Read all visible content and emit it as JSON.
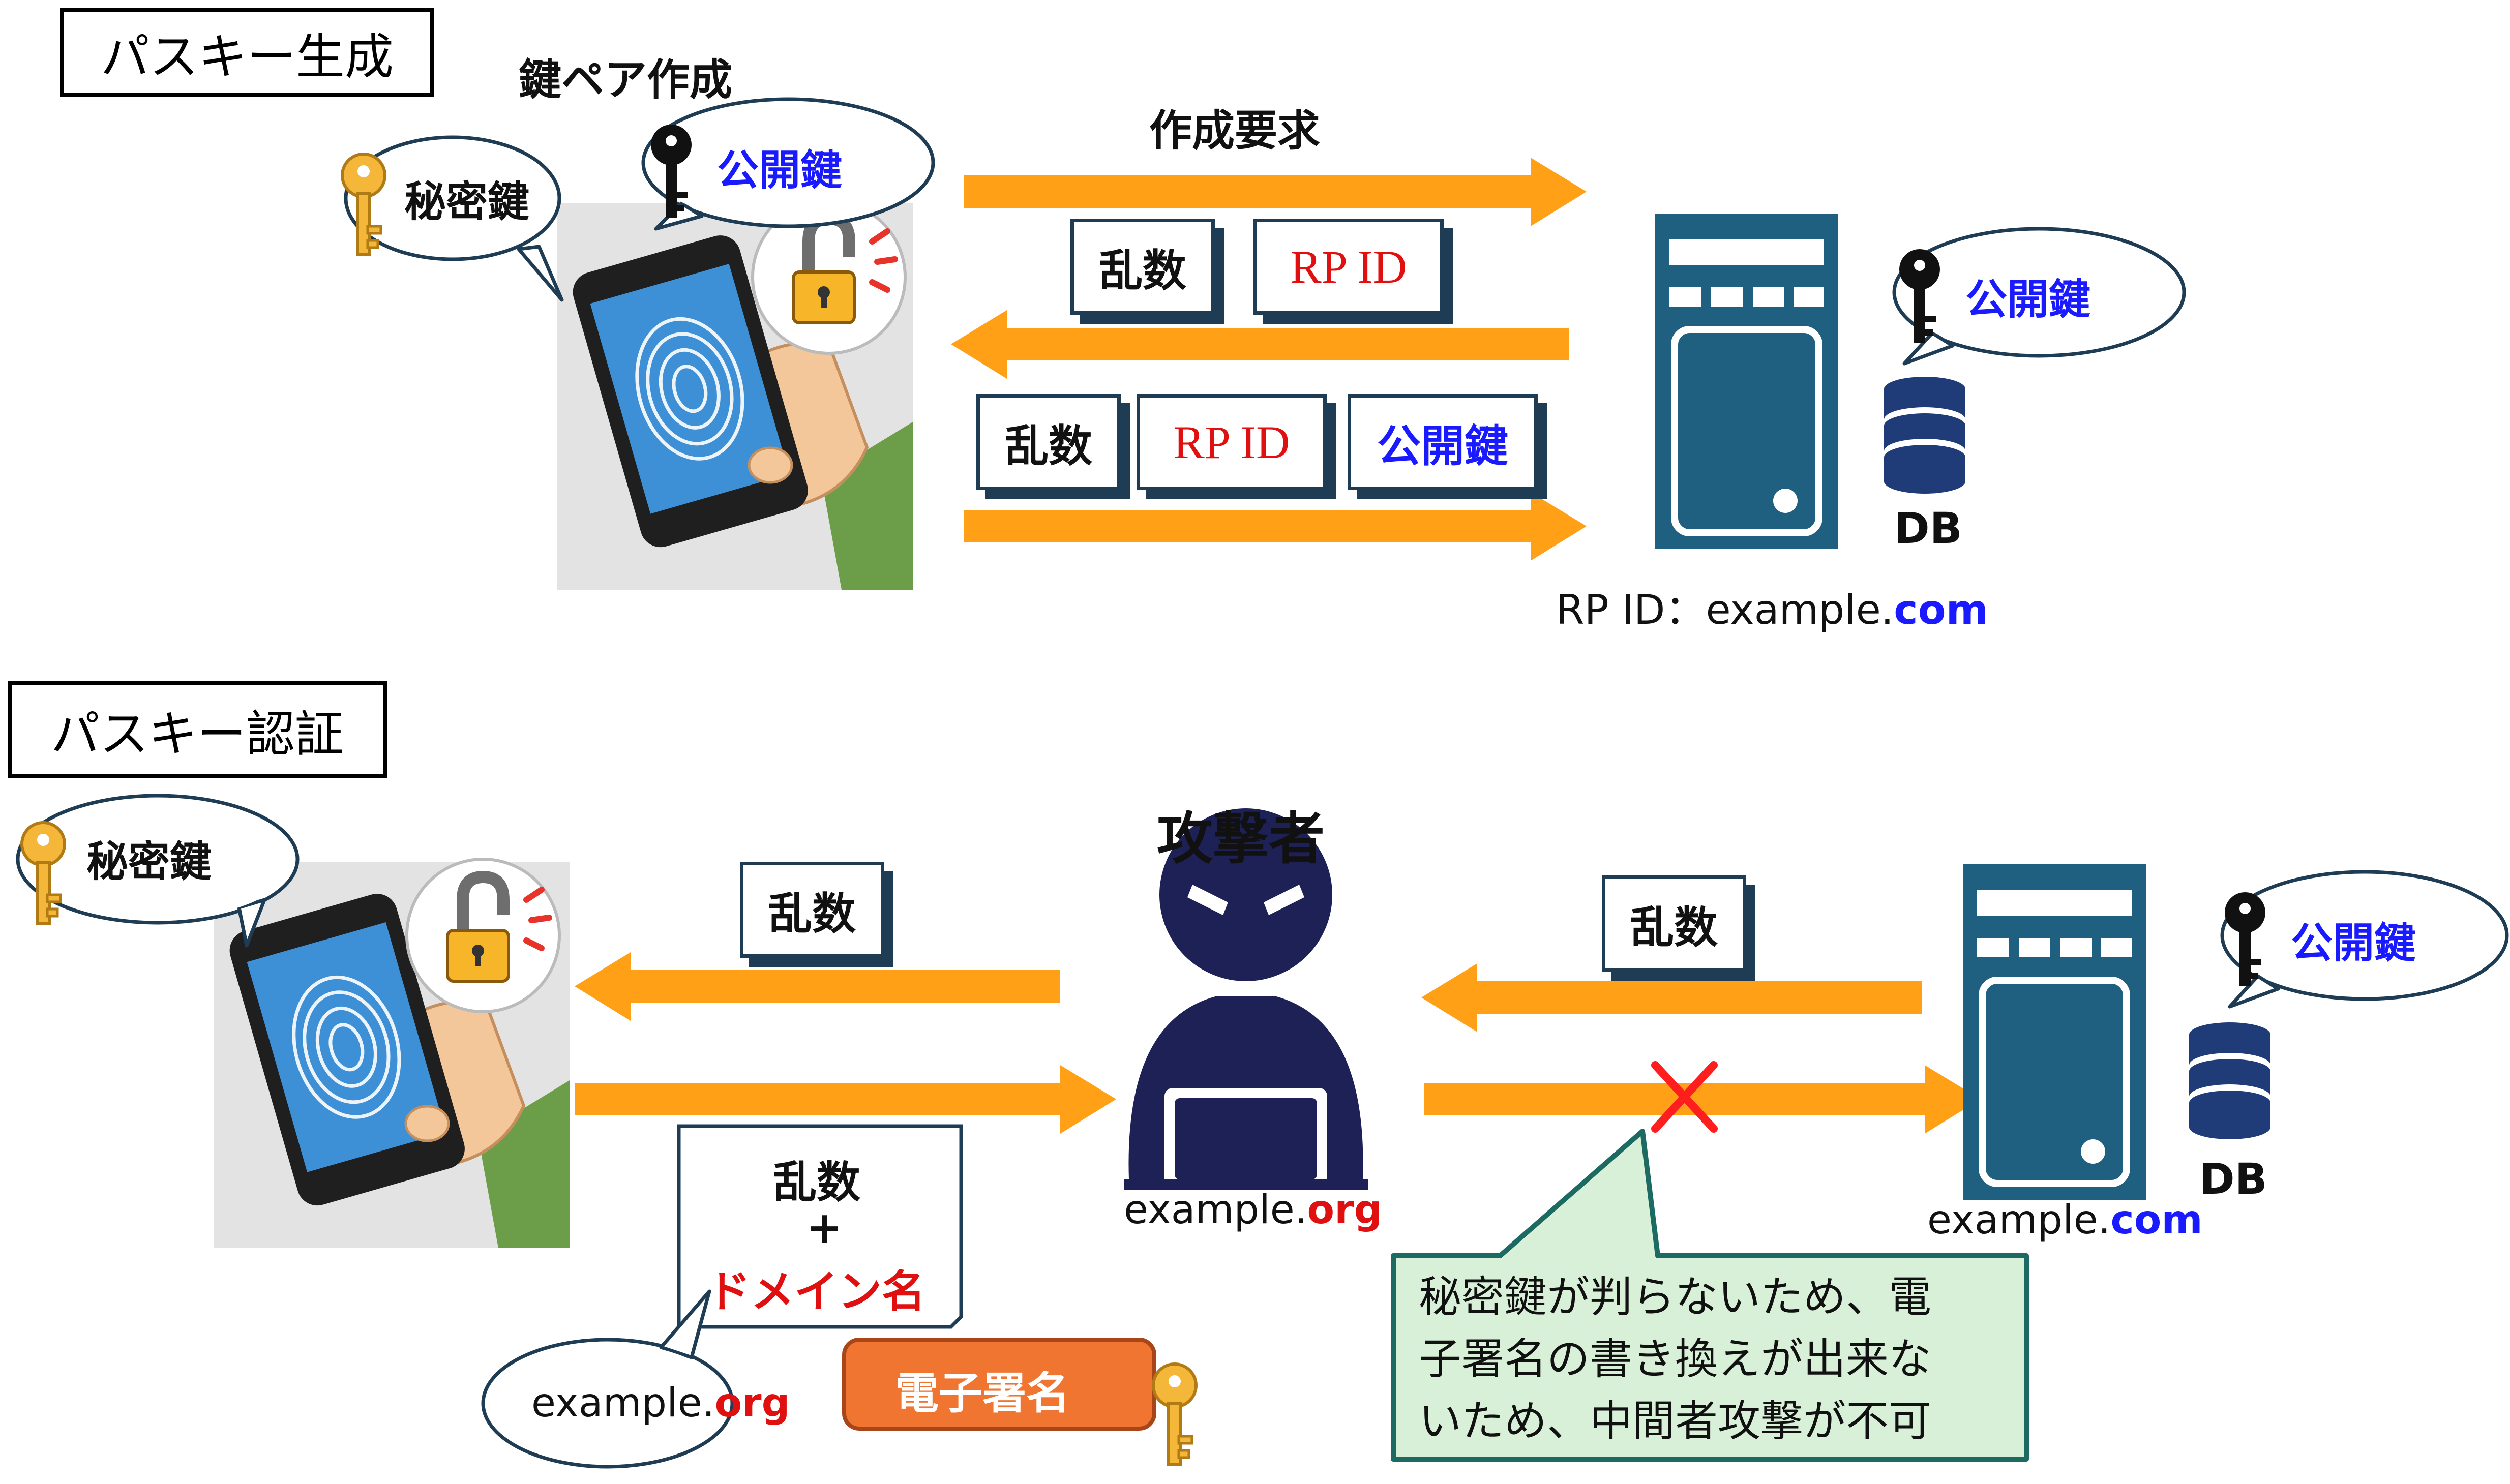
{
  "top": {
    "section_title": "パスキー生成",
    "keypair_label": "鍵ペア作成",
    "private_key": "秘密鍵",
    "public_key": "公開鍵",
    "request_label": "作成要求",
    "challenge_1": {
      "random": "乱数",
      "rpid": "RP ID"
    },
    "response": {
      "random": "乱数",
      "rpid": "RP ID",
      "public_key": "公開鍵"
    },
    "server_public_key": "公開鍵",
    "db_label": "DB",
    "rpid_caption": {
      "prefix": "RP ID：example.",
      "tld": "com"
    }
  },
  "bottom": {
    "section_title": "パスキー認証",
    "private_key": "秘密鍵",
    "attacker_label": "攻撃者",
    "random_to_client": "乱数",
    "random_from_server": "乱数",
    "signed_payload": {
      "random": "乱数",
      "plus": "+",
      "domain": "ドメイン名"
    },
    "signature_label": "電子署名",
    "client_domain": {
      "prefix": "example.",
      "tld": "org"
    },
    "attacker_domain": {
      "prefix": "example.",
      "tld": "org"
    },
    "server_domain": {
      "prefix": "example.",
      "tld": "com"
    },
    "server_public_key": "公開鍵",
    "db_label": "DB",
    "explanation": [
      "秘密鍵が判らないため、電",
      "子署名の書き換えが出来な",
      "いため、中間者攻撃が不可"
    ]
  },
  "colors": {
    "arrow": "#ffa016",
    "server": "#1f5f7f",
    "db": "#1f3b78",
    "attacker": "#1d2155",
    "signature": "#ef7530",
    "callout_fill": "#d8f0d8",
    "callout_border": "#1c6a62",
    "cross": "#ff1e1e"
  }
}
